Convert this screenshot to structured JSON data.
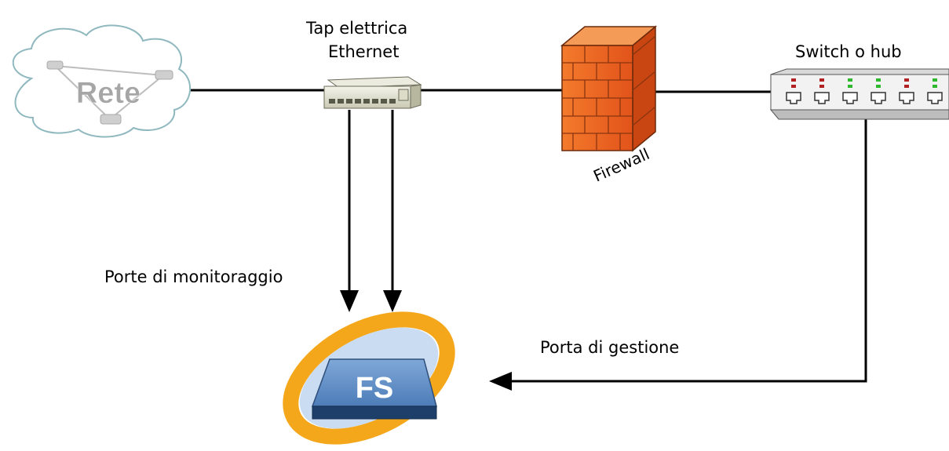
{
  "diagram": {
    "nodes": {
      "network": {
        "label": "Rete",
        "icon": "cloud-network-icon"
      },
      "tap": {
        "label_line1": "Tap elettrica",
        "label_line2": "Ethernet",
        "icon": "ethernet-tap-icon"
      },
      "firewall": {
        "label": "Firewall",
        "icon": "firewall-brick-icon"
      },
      "switch": {
        "label": "Switch o hub",
        "icon": "switch-hub-icon"
      },
      "fs": {
        "label": "FS",
        "icon": "fs-appliance-icon"
      }
    },
    "connections": {
      "monitoring_ports_label": "Porte di monitoraggio",
      "management_port_label": "Porta di gestione"
    },
    "colors": {
      "line": "#000000",
      "firewall": "#f2611a",
      "fs_ring": "#f4a71a",
      "fs_body": "#5a8cc4",
      "cloud_border": "#8fb8bf",
      "led_red": "#b22222",
      "led_green": "#2eb82e"
    }
  }
}
